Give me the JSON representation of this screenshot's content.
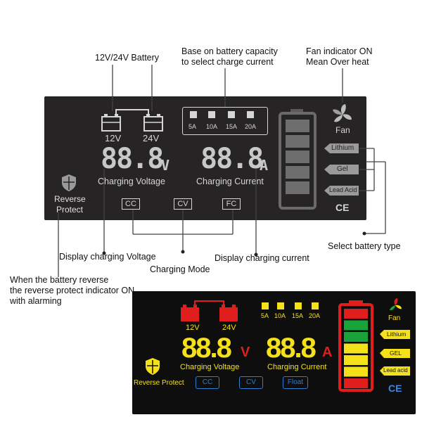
{
  "callouts": {
    "battery_type_top": "12V/24V Battery",
    "capacity_line1": "Base on battery capacity",
    "capacity_line2": "to select charge current",
    "fan_line1": "Fan indicator ON",
    "fan_line2": "Mean Over heat",
    "display_voltage": "Display charging Voltage",
    "display_current": "Display charging current",
    "charging_mode": "Charging Mode",
    "select_battery": "Select battery type",
    "reverse_line1": "When the battery reverse",
    "reverse_line2": "the reverse protect indicator ON",
    "reverse_line3": "with alarming"
  },
  "panel_top": {
    "battery_12v": "12V",
    "battery_24v": "24V",
    "currents": [
      "5A",
      "10A",
      "15A",
      "20A"
    ],
    "voltage_digits": "88.8",
    "voltage_unit": "V",
    "voltage_label": "Charging Voltage",
    "current_digits": "88.8",
    "current_unit": "A",
    "current_label": "Charging Current",
    "modes": [
      "CC",
      "CV",
      "FC"
    ],
    "reverse_line1": "Reverse",
    "reverse_line2": "Protect",
    "fan": "Fan",
    "types": [
      "Lithium",
      "Gel",
      "Lead Acid"
    ],
    "ce": "CE"
  },
  "panel_bottom": {
    "battery_12v": "12V",
    "battery_24v": "24V",
    "currents": [
      "5A",
      "10A",
      "15A",
      "20A"
    ],
    "voltage_digits": "88.8",
    "voltage_unit": "V",
    "voltage_label": "Charging Voltage",
    "current_digits": "88.8",
    "current_unit": "A",
    "current_label": "Charging Current",
    "modes": [
      "CC",
      "CV",
      "Float"
    ],
    "reverse": "Reverse Protect",
    "fan": "Fan",
    "types": [
      "Lithium",
      "GEL",
      "Lead acid"
    ],
    "ce": "CE",
    "gauge_segments": [
      "red",
      "green",
      "green",
      "yellow",
      "yellow",
      "yellow",
      "red"
    ]
  },
  "colors": {
    "panel_top_bg": "#262424",
    "panel_bottom_bg": "#0e0e0e",
    "red": "#e01e1e",
    "yellow": "#f5e11a",
    "green": "#1aa33a",
    "blue": "#2a7fd6",
    "ce_blue": "#3a8be0"
  }
}
